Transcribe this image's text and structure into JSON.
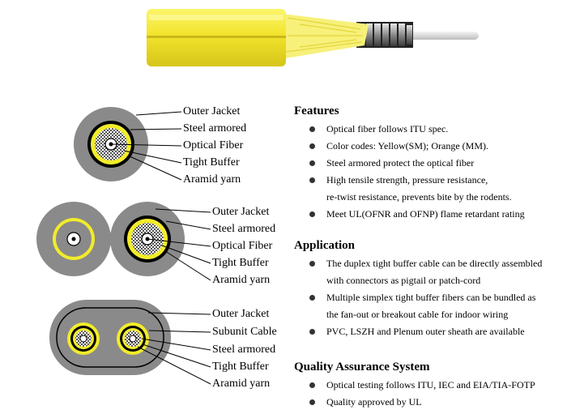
{
  "diagram1": {
    "labels": [
      "Outer Jacket",
      "Steel armored",
      "Optical Fiber",
      "Tight Buffer",
      "Aramid yarn"
    ]
  },
  "diagram2": {
    "labels": [
      "Outer Jacket",
      "Steel armored",
      "Optical Fiber",
      "Tight Buffer",
      "Aramid yarn"
    ]
  },
  "diagram3": {
    "labels": [
      "Outer Jacket",
      "Subunit Cable",
      "Steel armored",
      "Tight Buffer",
      "Aramid yarn"
    ]
  },
  "features": {
    "title": "Features",
    "items": [
      {
        "text": "Optical fiber follows ITU spec."
      },
      {
        "text": "Color codes: Yellow(SM); Orange (MM)."
      },
      {
        "text": "Steel armored protect the optical fiber"
      },
      {
        "text": "High tensile strength, pressure resistance,",
        "cont": "re-twist resistance, prevents bite by the rodents."
      },
      {
        "text": "Meet UL(OFNR and OFNP) flame retardant rating"
      }
    ]
  },
  "application": {
    "title": "Application",
    "items": [
      {
        "text": "The duplex tight buffer cable can be directly assembled",
        "cont": "with connectors as pigtail or patch-cord"
      },
      {
        "text": "Multiple simplex tight buffer fibers can be bundled as",
        "cont": "the fan-out or breakout cable for indoor wiring"
      },
      {
        "text": "PVC, LSZH and  Plenum outer sheath are available"
      }
    ]
  },
  "quality": {
    "title": "Quality Assurance System",
    "items": [
      {
        "text": "Optical testing follows ITU, IEC and EIA/TIA-FOTP"
      },
      {
        "text": "Quality approved by UL"
      }
    ]
  },
  "colors": {
    "jacket": "#8a8a8a",
    "armor": "#000000",
    "aramid": "#f2ec2a",
    "cable_photo": "#f0e83a"
  }
}
